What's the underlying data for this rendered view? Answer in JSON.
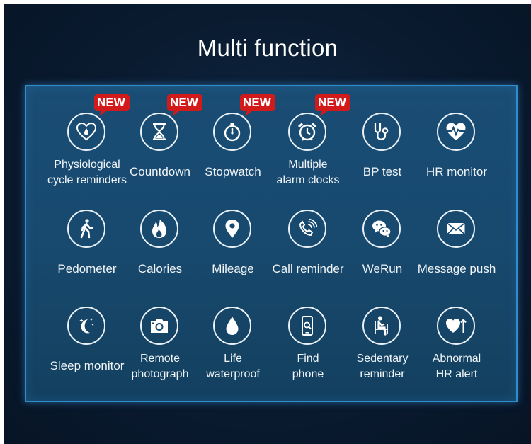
{
  "title": "Multi function",
  "colors": {
    "background": "#0a1b30",
    "panel": "#184a70",
    "border": "#2f8ec9",
    "badge": "#d31a1a"
  },
  "rows": [
    [
      {
        "lines": [
          "Physiological",
          "cycle reminders"
        ],
        "icon": "heart-drop-icon",
        "badge": "NEW"
      },
      {
        "lines": [
          "Countdown"
        ],
        "icon": "hourglass-icon",
        "badge": "NEW"
      },
      {
        "lines": [
          "Stopwatch"
        ],
        "icon": "stopwatch-icon",
        "badge": "NEW"
      },
      {
        "lines": [
          "Multiple",
          "alarm clocks"
        ],
        "icon": "alarm-clock-icon",
        "badge": "NEW"
      },
      {
        "lines": [
          "BP test"
        ],
        "icon": "stethoscope-icon"
      },
      {
        "lines": [
          "HR monitor"
        ],
        "icon": "heart-pulse-icon"
      }
    ],
    [
      {
        "lines": [
          "Pedometer"
        ],
        "icon": "walking-person-icon"
      },
      {
        "lines": [
          "Calories"
        ],
        "icon": "flame-icon"
      },
      {
        "lines": [
          "Mileage"
        ],
        "icon": "location-pin-icon"
      },
      {
        "lines": [
          "Call reminder"
        ],
        "icon": "phone-ringing-icon"
      },
      {
        "lines": [
          "WeRun"
        ],
        "icon": "wechat-icon"
      },
      {
        "lines": [
          "Message push"
        ],
        "icon": "envelope-icon"
      }
    ],
    [
      {
        "lines": [
          "Sleep monitor"
        ],
        "icon": "moon-stars-icon"
      },
      {
        "lines": [
          "Remote",
          "photograph"
        ],
        "icon": "camera-icon"
      },
      {
        "lines": [
          "Life",
          "waterproof"
        ],
        "icon": "water-drop-icon"
      },
      {
        "lines": [
          "Find",
          "phone"
        ],
        "icon": "phone-search-icon"
      },
      {
        "lines": [
          "Sedentary",
          "reminder"
        ],
        "icon": "seated-person-icon"
      },
      {
        "lines": [
          "Abnormal",
          "HR alert"
        ],
        "icon": "heart-arrow-icon"
      }
    ]
  ]
}
